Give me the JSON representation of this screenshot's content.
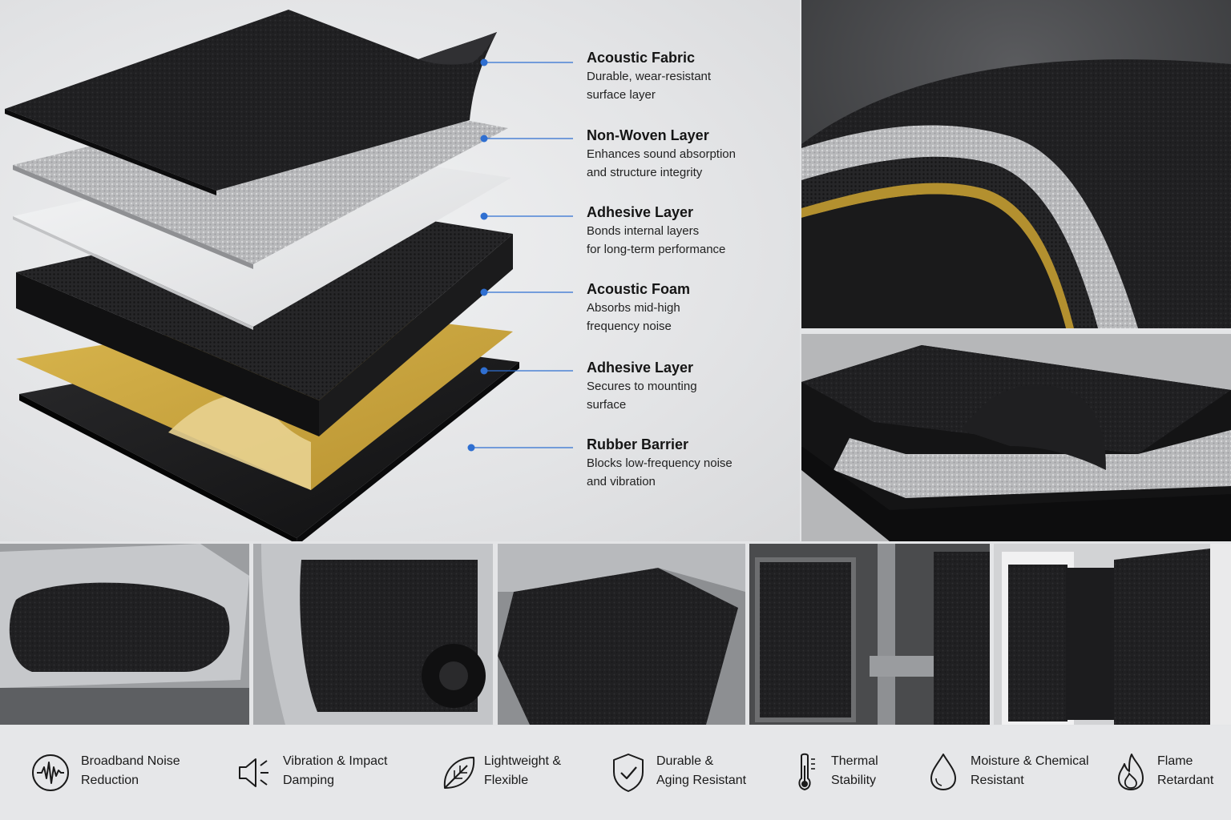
{
  "layers": [
    {
      "title": "Acoustic Fabric",
      "line1": "Durable, wear-resistant",
      "line2": "surface layer"
    },
    {
      "title": "Non-Woven Layer",
      "line1": "Enhances sound absorption",
      "line2": "and structure integrity"
    },
    {
      "title": "Adhesive Layer",
      "line1": "Bonds internal layers",
      "line2": "for long-term performance"
    },
    {
      "title": "Acoustic Foam",
      "line1": "Absorbs mid-high",
      "line2": "frequency noise"
    },
    {
      "title": "Adhesive Layer",
      "line1": "Secures to mounting",
      "line2": "surface"
    },
    {
      "title": "Rubber Barrier",
      "line1": "Blocks low-frequency noise",
      "line2": "and vibration"
    }
  ],
  "features": [
    {
      "icon": "sound-wave-icon",
      "line1": "Broadband Noise",
      "line2": "Reduction"
    },
    {
      "icon": "speaker-icon",
      "line1": "Vibration & Impact",
      "line2": "Damping"
    },
    {
      "icon": "leaf-icon",
      "line1": "Lightweight &",
      "line2": "Flexible"
    },
    {
      "icon": "shield-check-icon",
      "line1": "Durable &",
      "line2": "Aging Resistant"
    },
    {
      "icon": "thermometer-icon",
      "line1": "Thermal",
      "line2": "Stability"
    },
    {
      "icon": "droplet-icon",
      "line1": "Moisture & Chemical",
      "line2": "Resistant"
    },
    {
      "icon": "flame-icon",
      "line1": "Flame",
      "line2": "Retardant"
    }
  ],
  "colors": {
    "accent_blue": "#2f6fd1",
    "fabric_black": "#1d1d1f",
    "nonwoven_gray": "#bdbec0",
    "adhesive_yellow": "#c9a43c",
    "background": "#e4e5e7"
  },
  "applications": [
    {
      "scene": "car-hood-liner"
    },
    {
      "scene": "car-door-panel"
    },
    {
      "scene": "car-floor-pan"
    },
    {
      "scene": "industrial-enclosure"
    },
    {
      "scene": "equipment-cabinet"
    }
  ]
}
